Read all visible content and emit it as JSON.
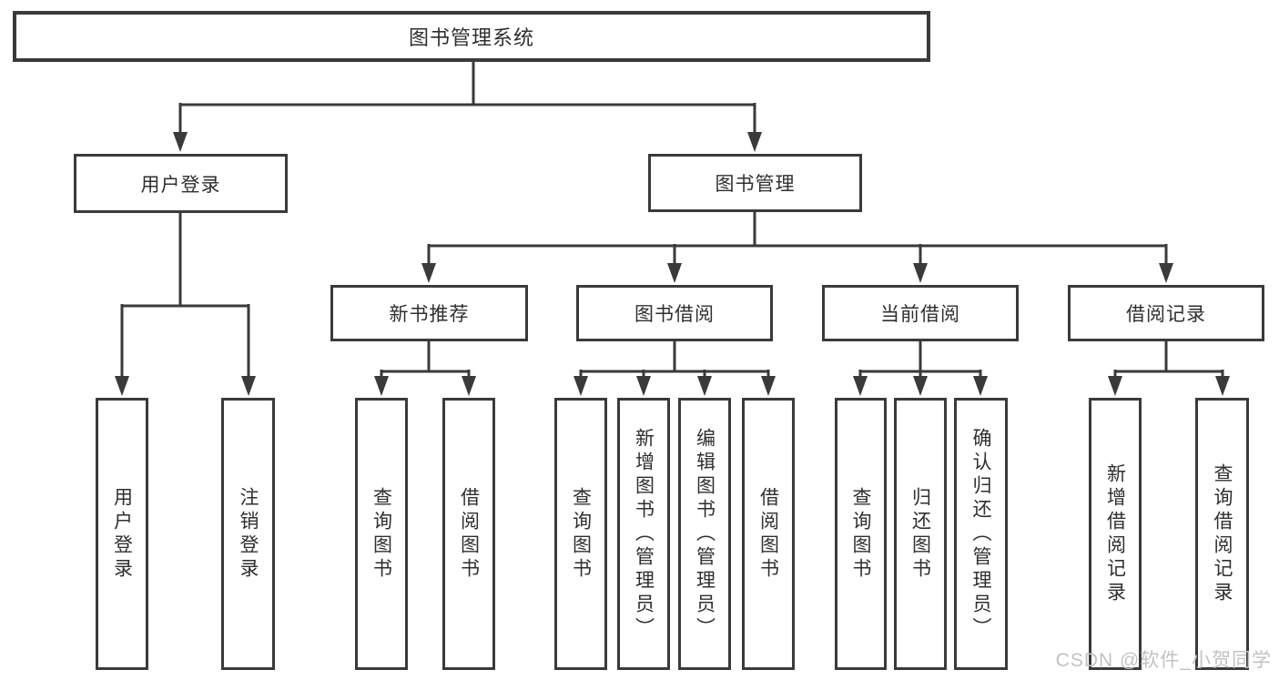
{
  "diagram_type": "tree",
  "root": {
    "label": "图书管理系统"
  },
  "level2": [
    {
      "id": "user-login",
      "label": "用户登录"
    },
    {
      "id": "book-management",
      "label": "图书管理"
    }
  ],
  "level3": [
    {
      "id": "new-book-recommendation",
      "label": "新书推荐",
      "parent": "图书管理"
    },
    {
      "id": "book-borrowing",
      "label": "图书借阅",
      "parent": "图书管理"
    },
    {
      "id": "current-borrowing",
      "label": "当前借阅",
      "parent": "图书管理"
    },
    {
      "id": "borrowing-records",
      "label": "借阅记录",
      "parent": "图书管理"
    }
  ],
  "leaves": [
    {
      "label": "用户登录",
      "parent": "用户登录"
    },
    {
      "label": "注销登录",
      "parent": "用户登录"
    },
    {
      "label": "查询图书",
      "parent": "新书推荐"
    },
    {
      "label": "借阅图书",
      "parent": "新书推荐"
    },
    {
      "label": "查询图书",
      "parent": "图书借阅"
    },
    {
      "label": "新增图书（管理员）",
      "parent": "图书借阅"
    },
    {
      "label": "编辑图书（管理员）",
      "parent": "图书借阅"
    },
    {
      "label": "借阅图书",
      "parent": "图书借阅"
    },
    {
      "label": "查询图书",
      "parent": "当前借阅"
    },
    {
      "label": "归还图书",
      "parent": "当前借阅"
    },
    {
      "label": "确认归还（管理员）",
      "parent": "当前借阅"
    },
    {
      "label": "新增借阅记录",
      "parent": "借阅记录"
    },
    {
      "label": "查询借阅记录",
      "parent": "借阅记录"
    }
  ],
  "watermark": {
    "text": "CSDN @软件_小贺同学"
  },
  "colors": {
    "line": "#3a3a3a",
    "text": "#2f2f2f",
    "watermark": "#c2c2c2",
    "background": "#ffffff"
  }
}
